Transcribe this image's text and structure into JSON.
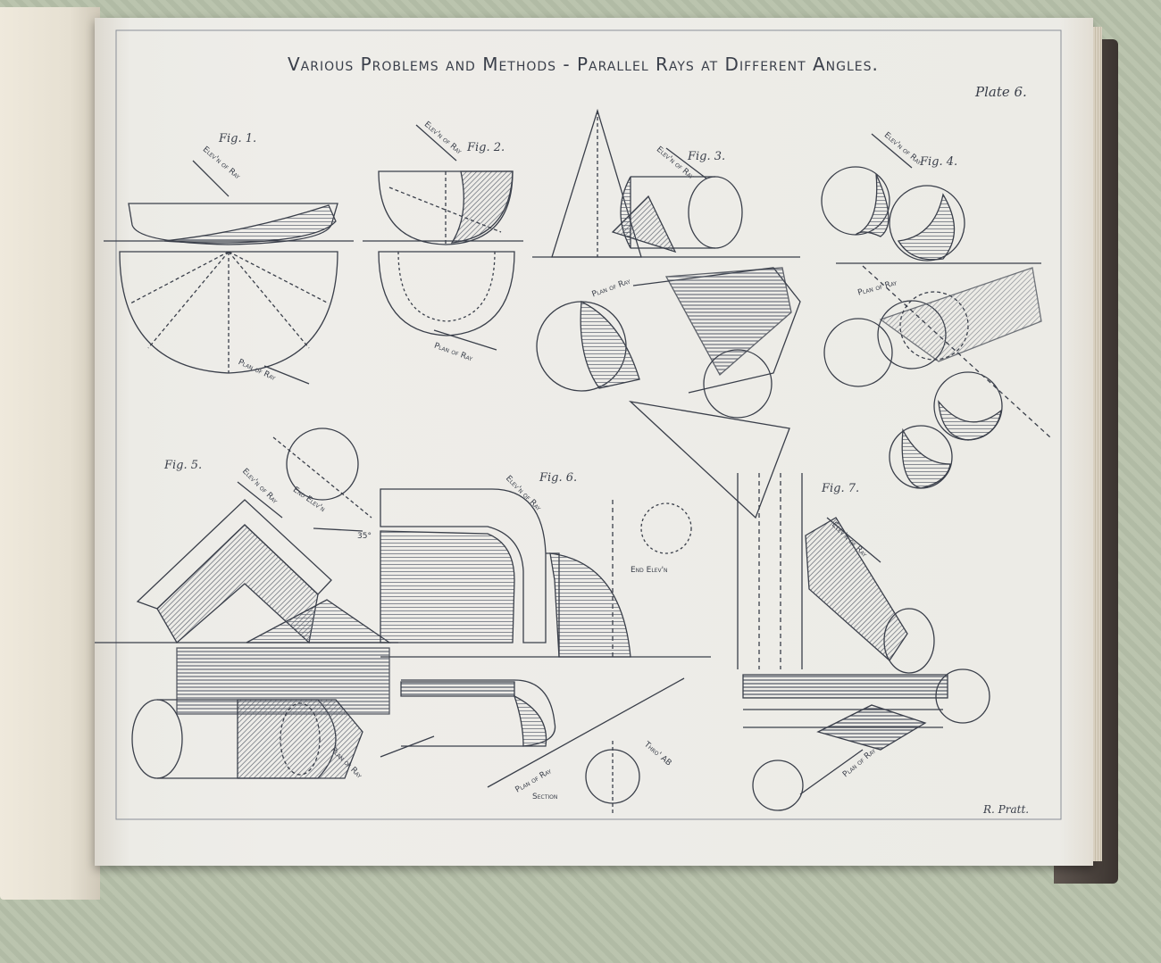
{
  "plate": {
    "title": "Various Problems and Methods - Parallel Rays at Different Angles.",
    "number": "Plate 6.",
    "signature": "R. Pratt."
  },
  "figures": [
    {
      "label": "Fig. 1."
    },
    {
      "label": "Fig. 2."
    },
    {
      "label": "Fig. 3."
    },
    {
      "label": "Fig. 4."
    },
    {
      "label": "Fig. 5."
    },
    {
      "label": "Fig. 6."
    },
    {
      "label": "Fig. 7."
    }
  ],
  "annotations": {
    "elev_of_ray": "Elev'n of Ray",
    "plan_of_ray": "Plan of Ray",
    "end_elev": "End Elev'n",
    "section": "Section",
    "thro_ab": "Thro' AB",
    "angle": "35°"
  },
  "colors": {
    "ink": "#3a3f4a",
    "paper": "#eeede9",
    "shade": "#7b8290"
  }
}
